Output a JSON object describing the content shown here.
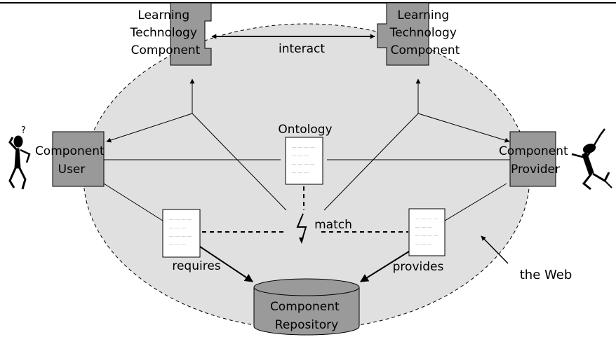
{
  "labels": {
    "ltc_left": [
      "Learning",
      "Technology",
      "Component"
    ],
    "ltc_right": [
      "Learning",
      "Technology",
      "Component"
    ],
    "interact": "interact",
    "ontology": "Ontology",
    "user": [
      "Component",
      "User"
    ],
    "provider": [
      "Component",
      "Provider"
    ],
    "match": "match",
    "requires": "requires",
    "provides": "provides",
    "web": "the Web",
    "repository": [
      "Component",
      "Repository"
    ]
  },
  "colors": {
    "ellipse_fill": "#e0e0e0",
    "box_fill": "#999999",
    "cylinder_fill": "#9a9a9a",
    "stroke": "#000000"
  },
  "icons": {
    "document": "document-icon",
    "confused_person": "confused-person-icon",
    "excited_person": "excited-person-icon",
    "lightning": "lightning-icon"
  }
}
